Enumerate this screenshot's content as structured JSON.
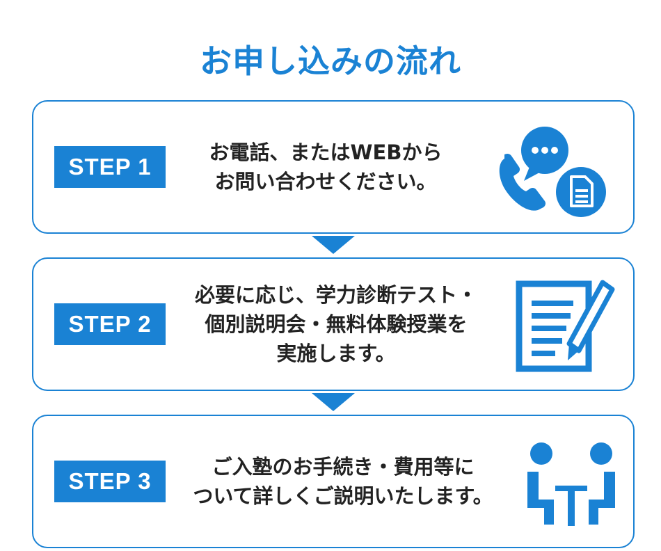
{
  "page": {
    "title": "お申し込みの流れ",
    "accent_color": "#1a82d4"
  },
  "steps": [
    {
      "badge": "STEP 1",
      "lines": [
        "お電話、またはWEBから",
        "お問い合わせください。"
      ],
      "icon": "phone-and-chat-document-icon"
    },
    {
      "badge": "STEP 2",
      "lines": [
        "必要に応じ、学力診断テスト・",
        "個別説明会・無料体験授業を",
        "実施します。"
      ],
      "icon": "document-pencil-icon"
    },
    {
      "badge": "STEP 3",
      "lines": [
        "ご入塾のお手続き・費用等に",
        "ついて詳しくご説明いたします。"
      ],
      "icon": "meeting-people-table-icon"
    }
  ]
}
